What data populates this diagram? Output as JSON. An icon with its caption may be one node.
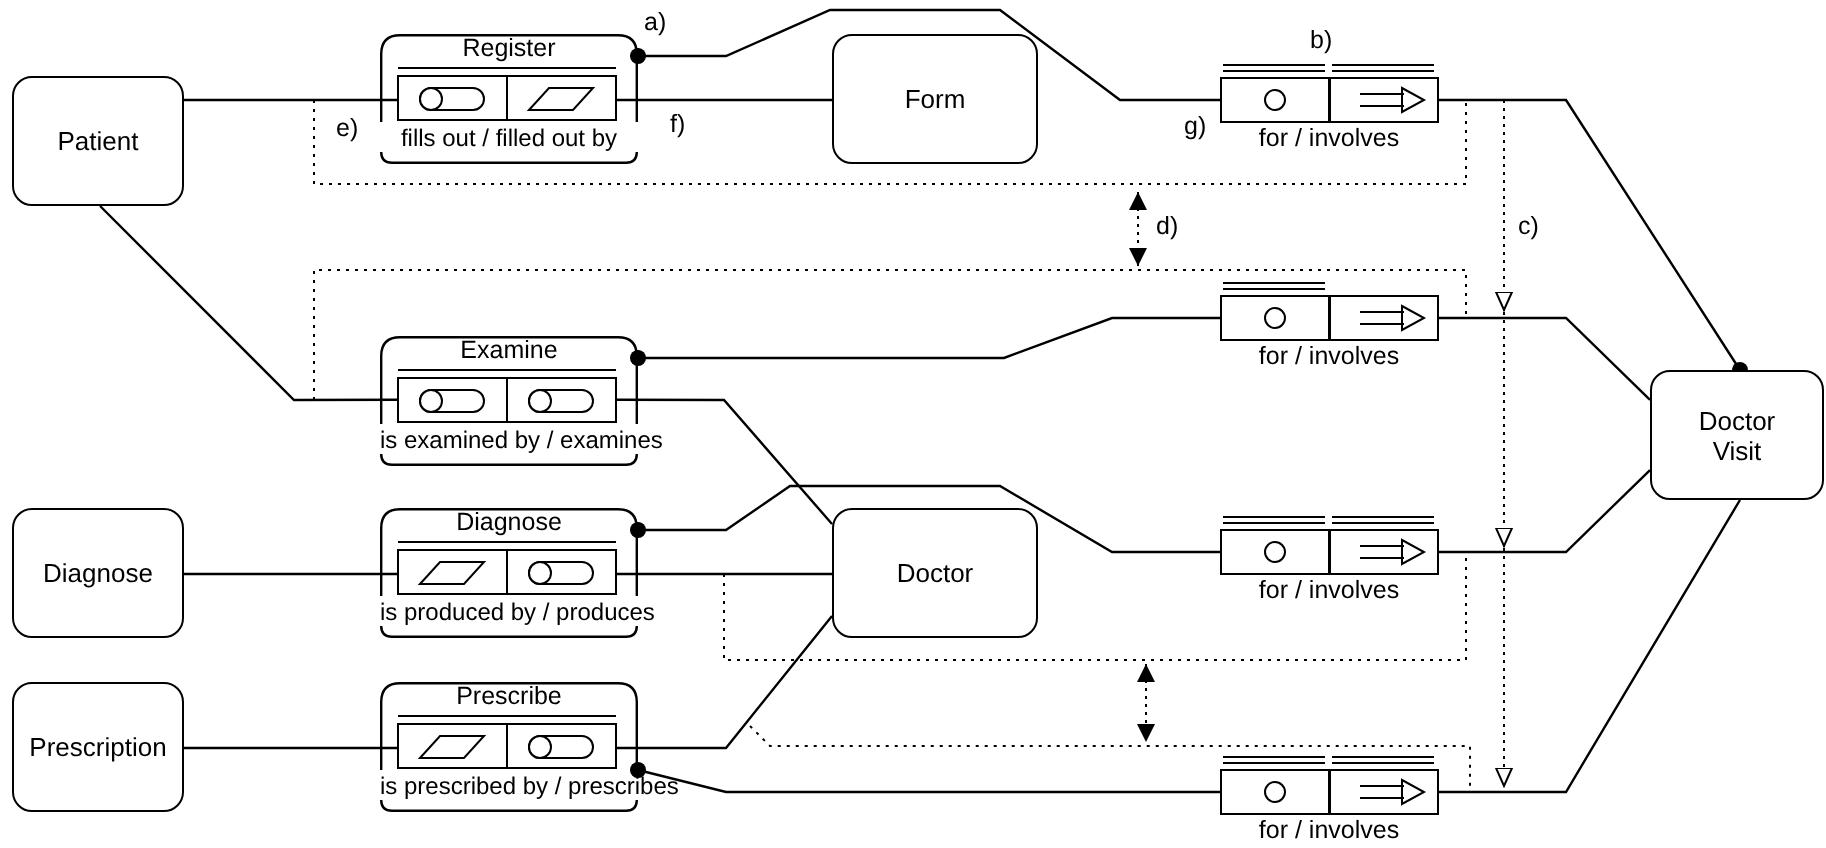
{
  "diagram": {
    "nodes": [
      {
        "text": [
          "Patient"
        ]
      },
      {
        "text": [
          "Register",
          "fills out / filled out by"
        ]
      },
      {
        "text": [
          "Form"
        ]
      },
      {
        "text": [
          "for / involves"
        ],
        "beside": [
          "b)"
        ]
      },
      {
        "text": [
          "Examine",
          "is examined by / examines"
        ]
      },
      {
        "text": [
          "for / involves"
        ]
      },
      {
        "text": [
          "Doctor Visit"
        ]
      },
      {
        "text": [
          "Diagnose"
        ]
      },
      {
        "text": [
          "Diagnose",
          "is produced by / produces"
        ]
      },
      {
        "text": [
          "Doctor"
        ]
      },
      {
        "text": [
          "for / involves"
        ]
      },
      {
        "text": [
          "Prescription"
        ]
      },
      {
        "text": [
          "Prescribe",
          "is prescribed by / prescribes"
        ]
      },
      {
        "text": [
          "for / involves"
        ]
      }
    ],
    "edges": [
      {
        "from": 0,
        "to": 1,
        "arrow": "none"
      },
      {
        "from": 1,
        "to": 2,
        "arrow": "none"
      },
      {
        "from": 1,
        "to": 3,
        "arrow": "other"
      },
      {
        "from": 6,
        "to": 3,
        "arrow": "other"
      },
      {
        "from": 0,
        "to": 4,
        "arrow": "none"
      },
      {
        "from": 4,
        "to": 9,
        "arrow": "none"
      },
      {
        "from": 4,
        "to": 5,
        "arrow": "other"
      },
      {
        "from": 5,
        "to": 6,
        "arrow": "none"
      },
      {
        "from": 7,
        "to": 8,
        "arrow": "none"
      },
      {
        "from": 8,
        "to": 9,
        "arrow": "none"
      },
      {
        "from": 8,
        "to": 10,
        "arrow": "other"
      },
      {
        "from": 10,
        "to": 6,
        "arrow": "none"
      },
      {
        "from": 11,
        "to": 12,
        "arrow": "none"
      },
      {
        "from": 12,
        "to": 9,
        "arrow": "none"
      },
      {
        "from": 12,
        "to": 13,
        "arrow": "other"
      },
      {
        "from": 13,
        "to": 6,
        "arrow": "none"
      }
    ],
    "labels": [
      "a)",
      "e)",
      "f)",
      "g)",
      "d)",
      "c)"
    ]
  }
}
